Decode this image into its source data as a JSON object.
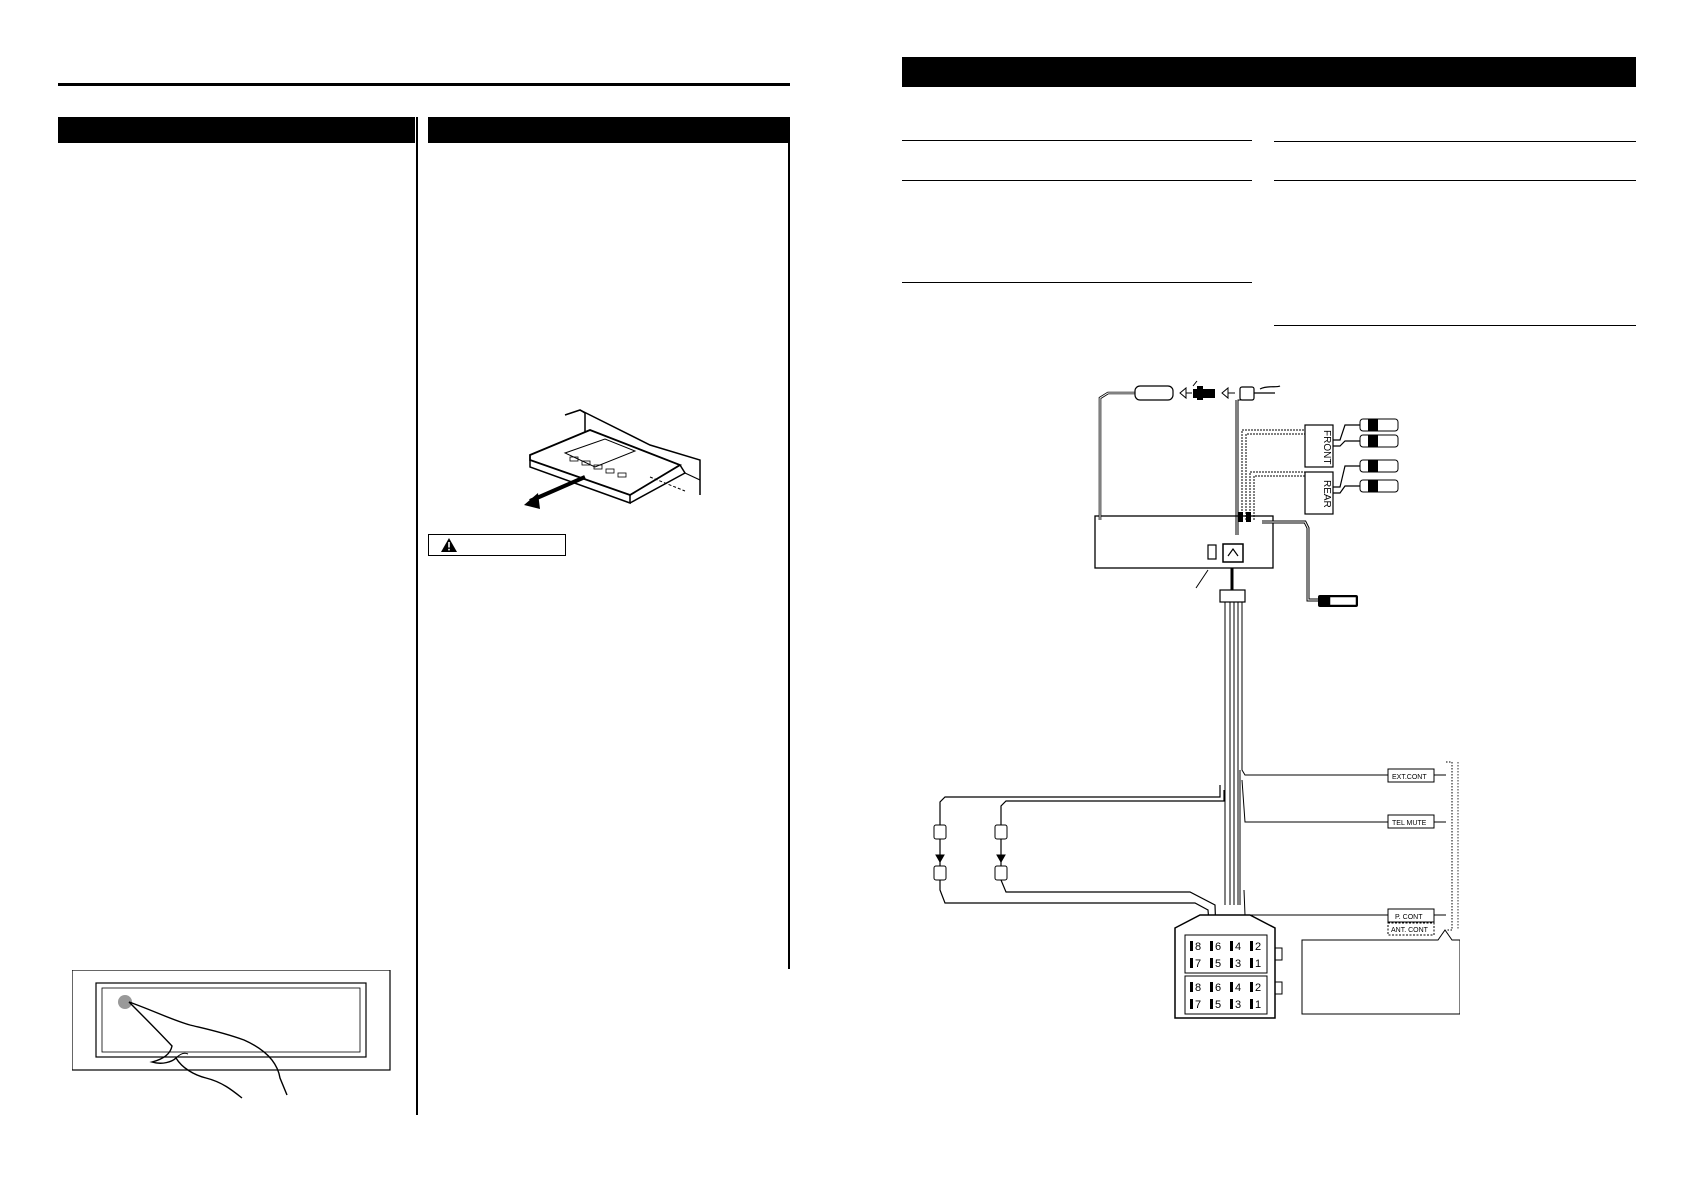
{
  "warning_label": "",
  "plugs": {
    "front": "FRONT",
    "rear": "REAR"
  },
  "connector_labels": {
    "ext_cont": "EXT.CONT",
    "tel_mute": "TEL MUTE",
    "p_cont": "P. CONT",
    "ant_cont": "ANT. CONT"
  },
  "iso_connector": {
    "row_top_a": [
      "8",
      "6",
      "4",
      "2"
    ],
    "row_bottom_a": [
      "7",
      "5",
      "3",
      "1"
    ],
    "row_top_b": [
      "8",
      "6",
      "4",
      "2"
    ],
    "row_bottom_b": [
      "7",
      "5",
      "3",
      "1"
    ]
  }
}
